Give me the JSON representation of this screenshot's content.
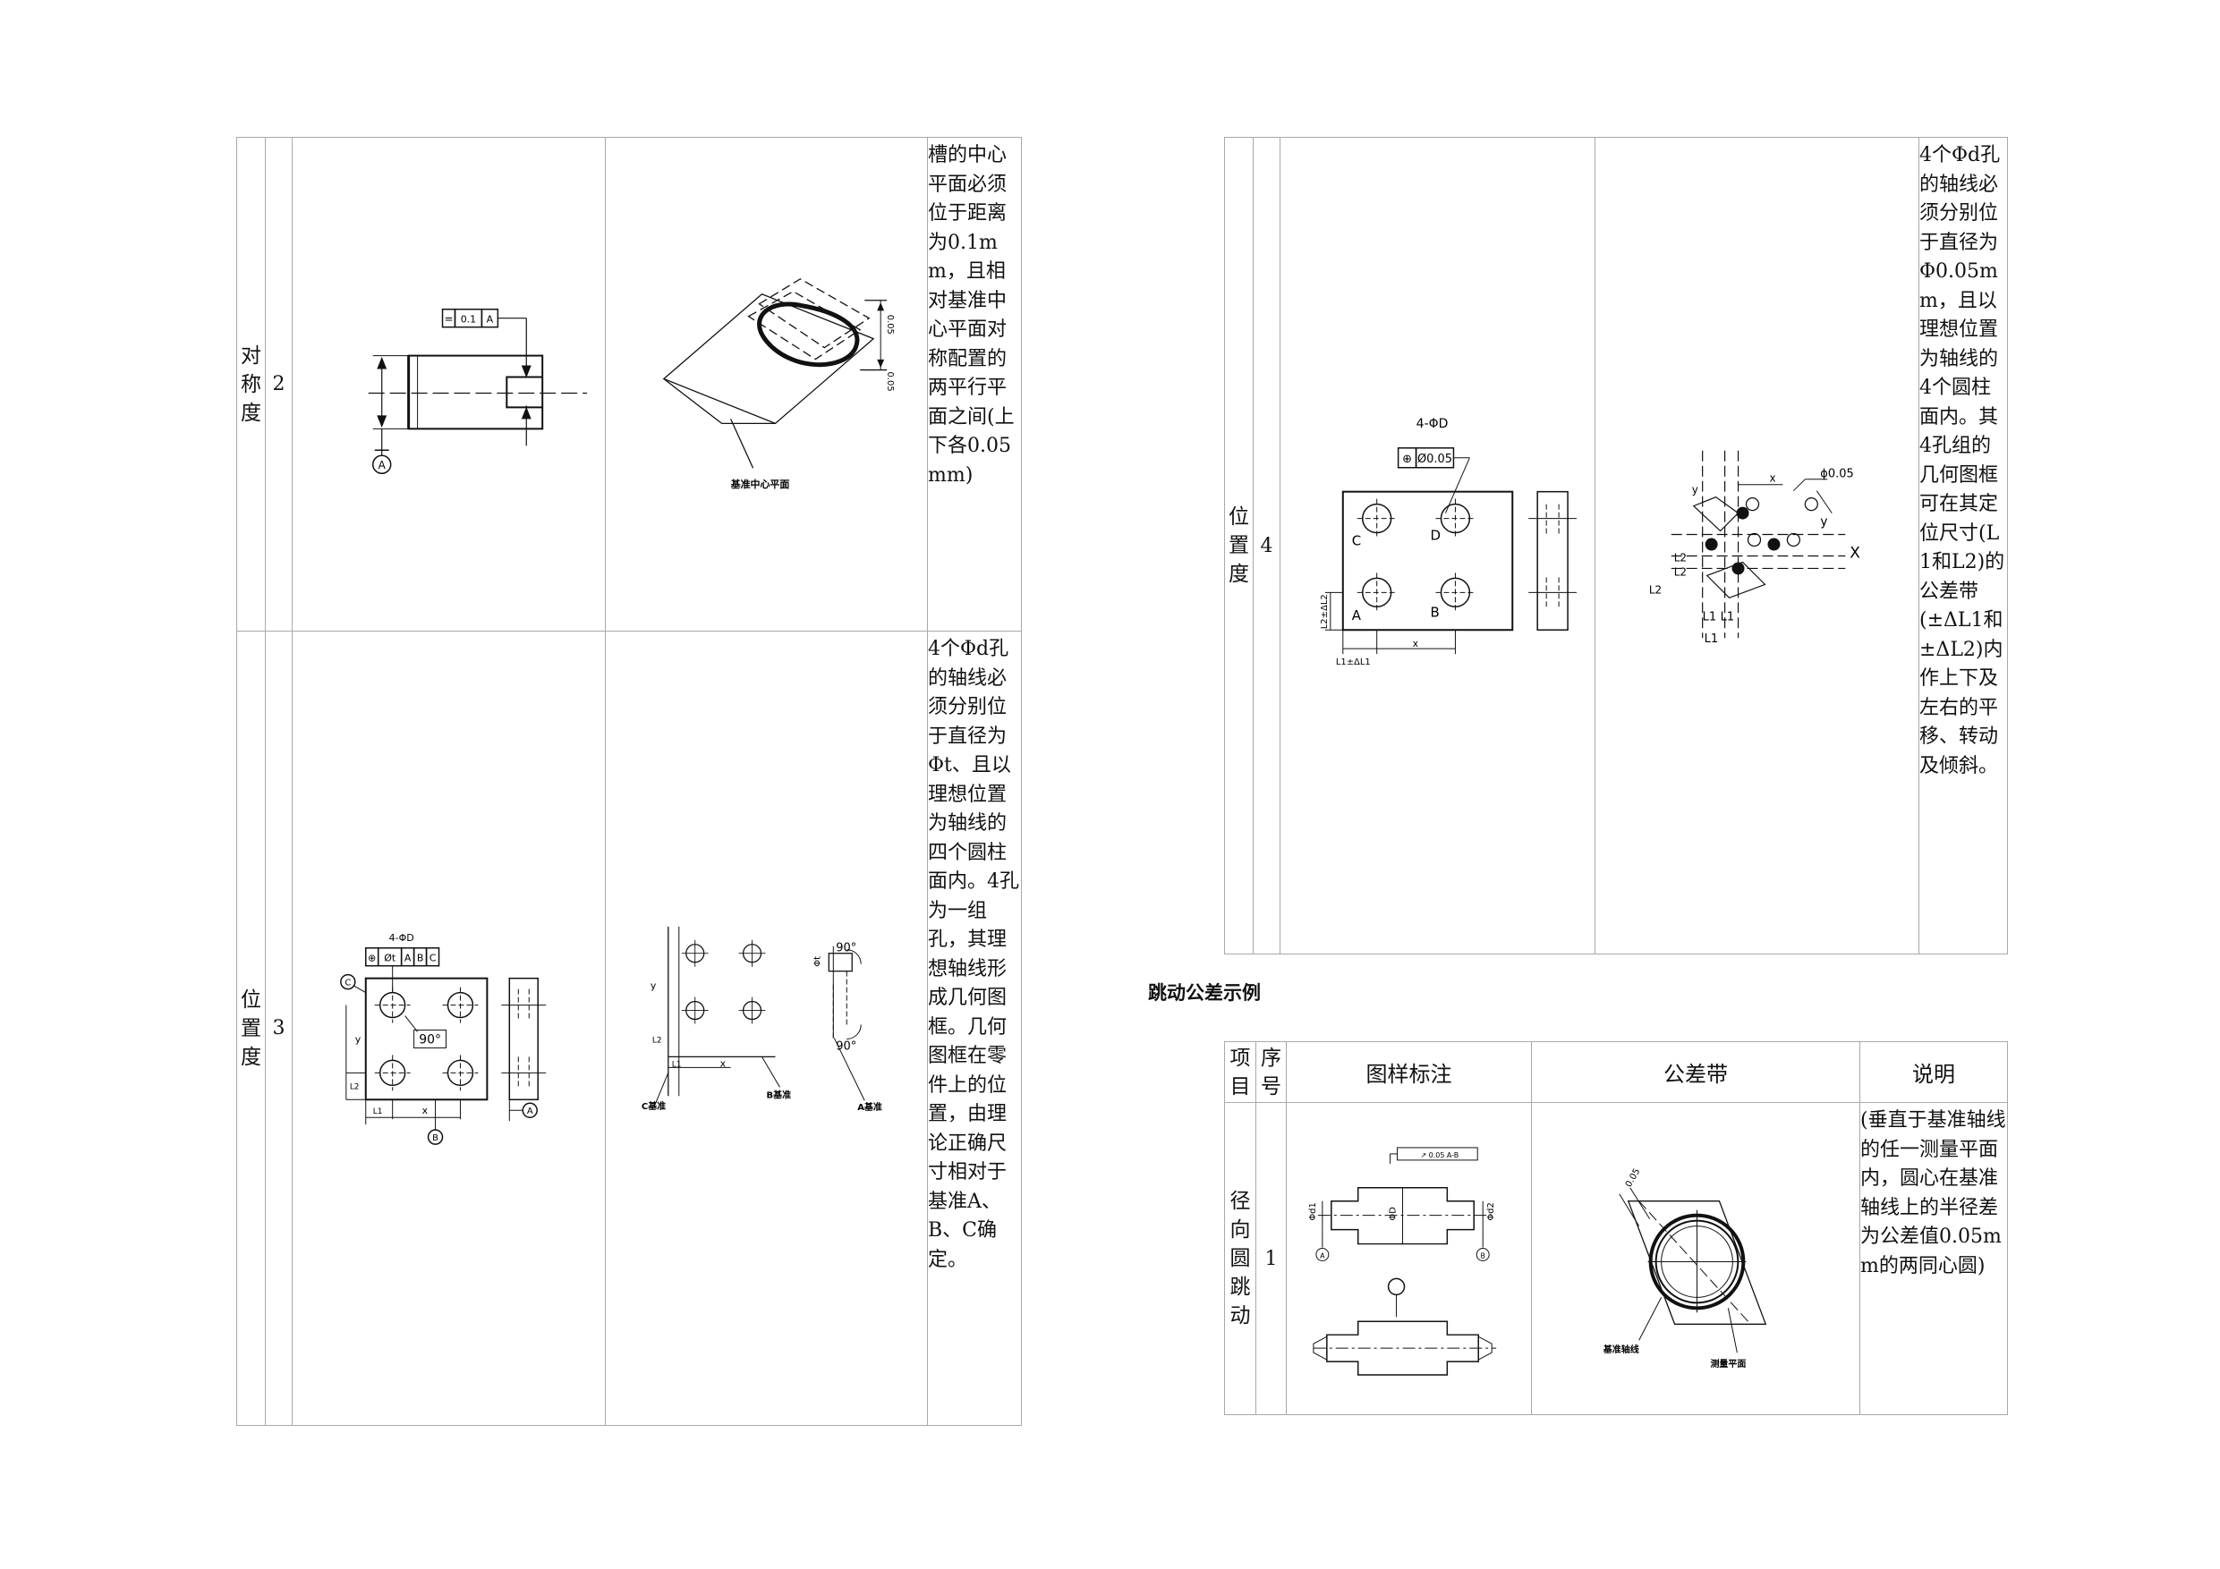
{
  "left_table": {
    "rows": [
      {
        "name": "对称度",
        "number": "2",
        "drawing_labels": {
          "frame_symbol": "=",
          "frame_value": "0.1",
          "frame_datum": "A",
          "datum": "A"
        },
        "zone_labels": {
          "caption": "基准中心平面",
          "tol_a": "0.05",
          "tol_b": "0.05"
        },
        "description": "槽的中心平面必须位于距离为0.1mm，且相对基准中心平面对称配置的两平行平面之间(上下各0.05mm)"
      },
      {
        "name": "位置度",
        "number": "3",
        "drawing_labels": {
          "holes": "4-ΦD",
          "frame_symbol": "⊕",
          "frame_value": "Øt",
          "frame_a": "A",
          "frame_b": "B",
          "frame_c": "C",
          "angle": "90°",
          "datum_c": "C",
          "datum_b": "B",
          "datum_a": "A",
          "y": "y",
          "x": "x",
          "l1": "L1",
          "l2": "L2"
        },
        "zone_labels": {
          "c_ref": "C基准",
          "b_ref": "B基准",
          "a_ref": "A基准",
          "angle_top": "90°",
          "angle_bottom": "90°",
          "phi": "Φt",
          "y": "y",
          "x": "x",
          "l1": "L1",
          "l2": "L2"
        },
        "description": "4个Φd孔的轴线必须分别位于直径为Φt、且以理想位置为轴线的四个圆柱面内。4孔为一组孔，其理想轴线形成几何图框。几何图框在零件上的位置，由理论正确尺寸相对于基准A、B、C确定。"
      }
    ]
  },
  "right_table": {
    "row": {
      "name": "位置度",
      "number": "4",
      "drawing_labels": {
        "holes": "4-ΦD",
        "frame_symbol": "⊕",
        "frame_value": "Ø0.05",
        "c": "C",
        "d": "D",
        "a": "A",
        "b": "B",
        "x": "x",
        "l1_dim": "L1±ΔL1",
        "l2_dim": "L2±ΔL2"
      },
      "zone_labels": {
        "phi": "ϕ0.05",
        "x_small": "x",
        "y_small": "y",
        "x_axis": "X",
        "y_axis": "y",
        "l1a": "L1",
        "l1b": "L1",
        "l1c": "L1",
        "l2a": "L2",
        "l2b": "L2",
        "l2c": "L2"
      },
      "description": "4个Φd孔的轴线必须分别位于直径为Φ0.05mm，且以理想位置为轴线的4个圆柱面内。其4孔组的几何图框可在其定位尺寸(L1和L2)的公差带(±ΔL1和±ΔL2)内作上下及左右的平移、转动及倾斜。"
    }
  },
  "runout_section": {
    "title": "跳动公差示例",
    "headers": {
      "item": "项目",
      "number": "序号",
      "drawing": "图样标注",
      "zone": "公差带",
      "note": "说明"
    },
    "row": {
      "name": "径向圆跳动",
      "number": "1",
      "drawing_labels": {
        "frame": "↗ 0.05 A-B",
        "d1": "Φd1",
        "d": "ΦD",
        "d2": "Φd2",
        "a": "A",
        "b": "B"
      },
      "zone_labels": {
        "tol": "0.05",
        "axis": "基准轴线",
        "plane": "测量平面"
      },
      "description": "(垂直于基准轴线的任一测量平面内，圆心在基准轴线上的半径差为公差值0.05mm的两同心圆)"
    }
  }
}
